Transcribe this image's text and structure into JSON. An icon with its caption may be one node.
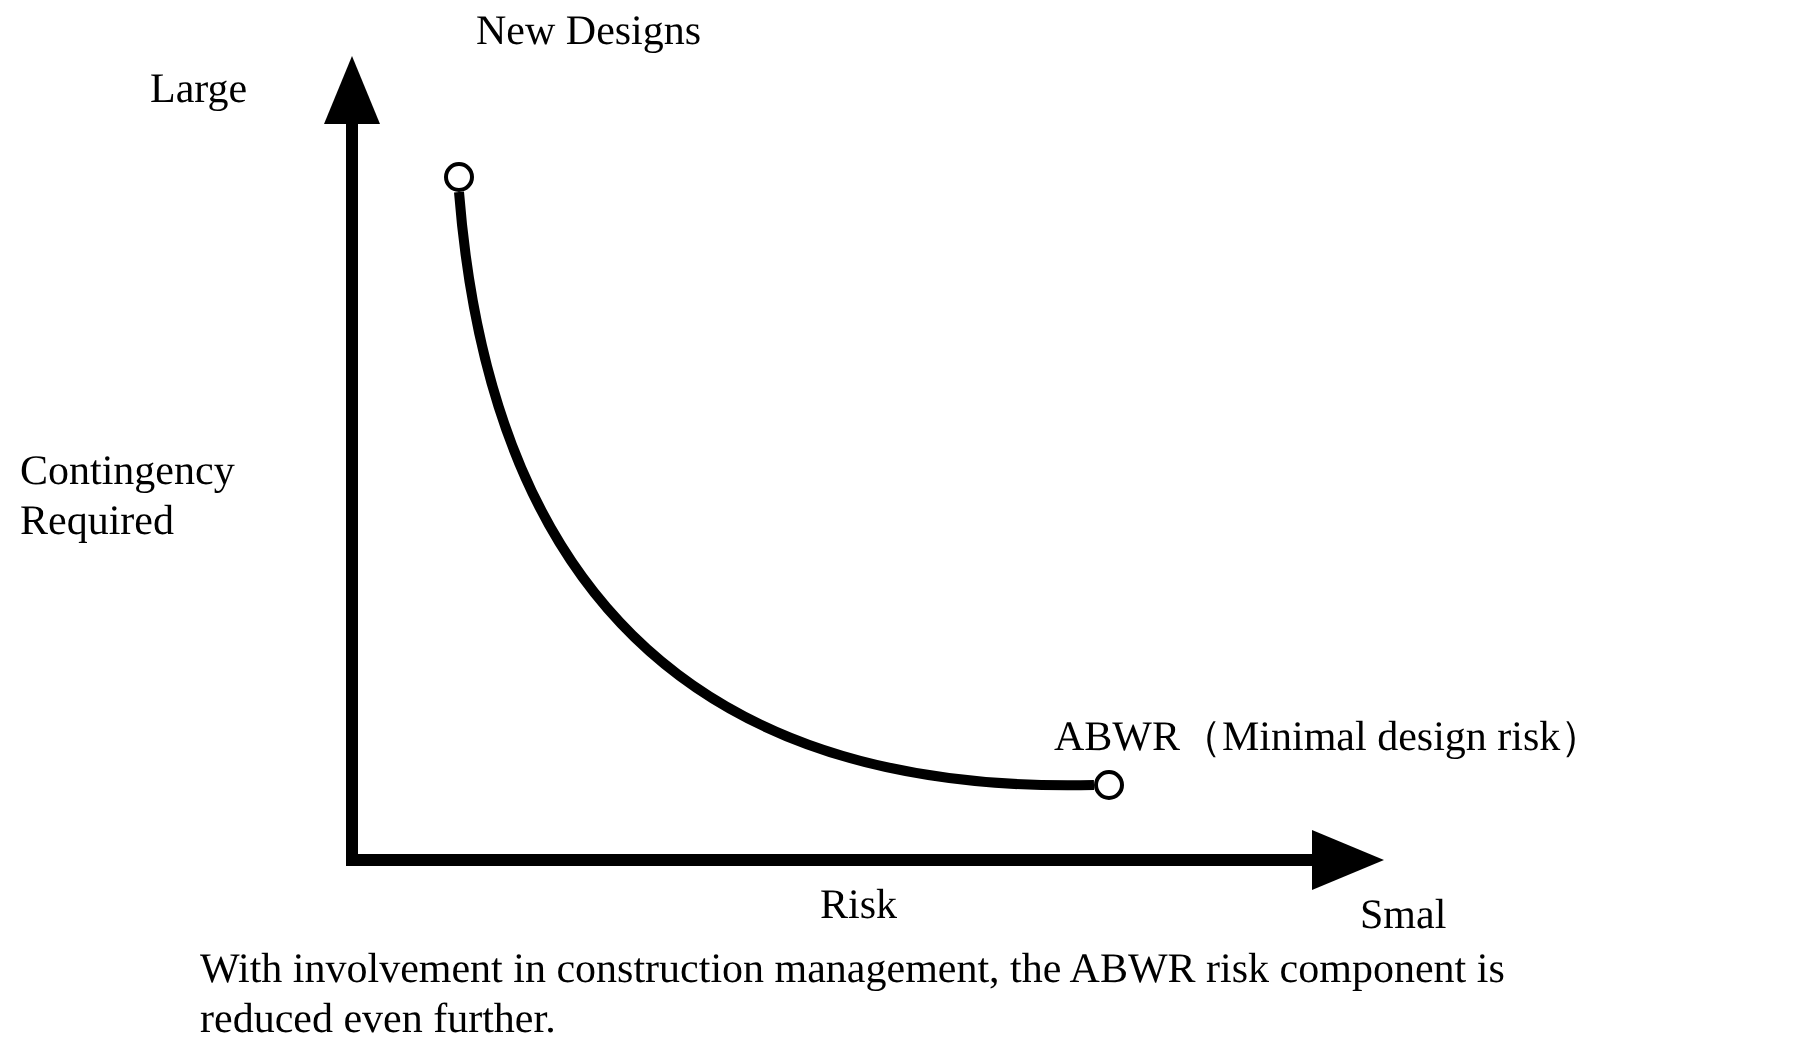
{
  "diagram": {
    "caption": "With involvement in construction management, the ABWR risk component is reduced even further.",
    "nodes": [
      {
        "text": [],
        "shape": "circle",
        "beside": [
          "New Designs"
        ]
      },
      {
        "text": [],
        "shape": "circle",
        "beside": [
          "ABWR（Minimal design risk）"
        ]
      }
    ],
    "edges": [
      {
        "from": 0,
        "to": 1,
        "arrow": "none"
      }
    ],
    "labels": [
      "Large",
      "Contingency Required",
      "Risk",
      "Smal"
    ]
  }
}
